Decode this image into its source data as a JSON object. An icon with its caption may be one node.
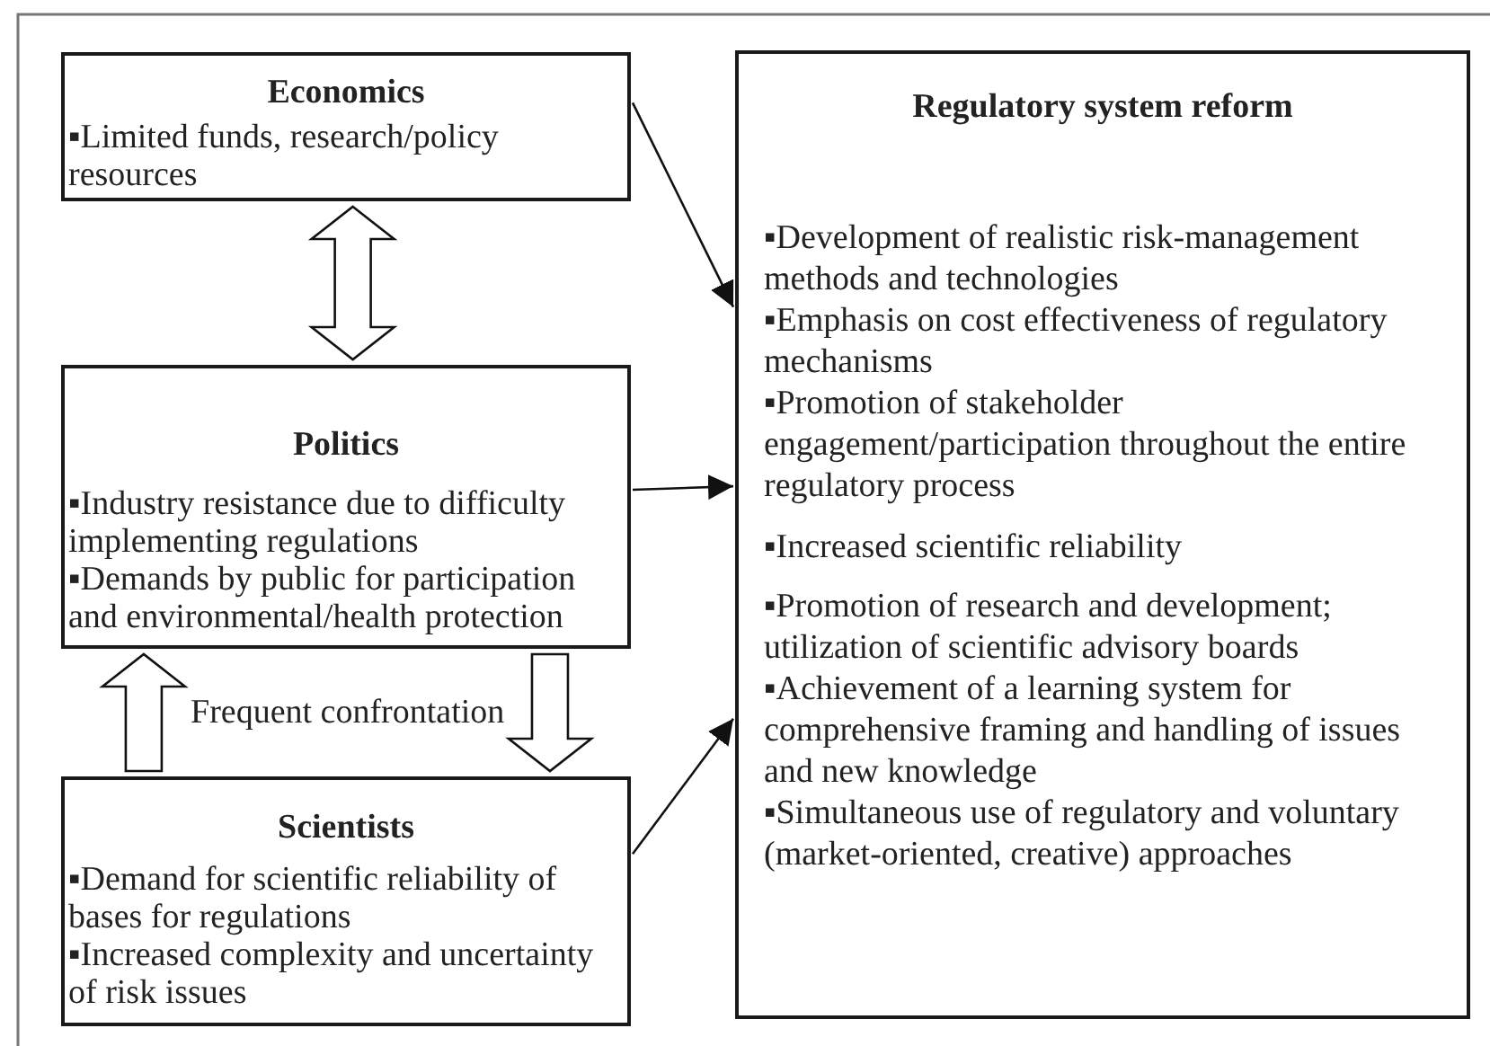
{
  "diagram": {
    "nodes": [
      {
        "text": [
          "Economics",
          "▪Limited funds, research/policy resources"
        ]
      },
      {
        "text": [
          "Politics",
          "▪Industry resistance due to difficulty implementing regulations",
          "▪Demands by public for participation and environmental/health protection"
        ]
      },
      {
        "text": [
          "Scientists",
          "▪Demand for scientific reliability of bases for regulations",
          "▪Increased complexity and uncertainty of risk issues"
        ]
      },
      {
        "text": [
          "Regulatory system reform",
          "▪Development of realistic risk-management methods and technologies",
          "▪Emphasis on cost effectiveness of regulatory mechanisms",
          "▪Promotion of stakeholder engagement/participation throughout the entire regulatory process",
          "▪Increased scientific reliability",
          "▪Promotion of research and development; utilization of scientific advisory boards",
          "▪Achievement of a learning system for comprehensive framing and handling of issues and new knowledge",
          "▪Simultaneous use of regulatory and voluntary (market-oriented, creative) approaches"
        ]
      }
    ],
    "edges": [
      {
        "from": 0,
        "to": 3,
        "arrow": "to"
      },
      {
        "from": 1,
        "to": 3,
        "arrow": "to"
      },
      {
        "from": 2,
        "to": 3,
        "arrow": "to"
      },
      {
        "from": 0,
        "to": 1,
        "arrow": "both",
        "style": "thick"
      },
      {
        "from": 2,
        "to": 1,
        "arrow": "to",
        "style": "thick"
      },
      {
        "from": 1,
        "to": 2,
        "arrow": "to",
        "style": "thick"
      }
    ],
    "labels": [
      "Frequent confrontation"
    ]
  }
}
